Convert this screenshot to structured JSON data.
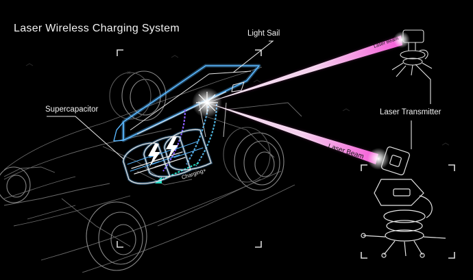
{
  "title": "Laser Wireless Charging System",
  "labels": {
    "light_sail": "Light Sail",
    "supercapacitor": "Supercapacitor",
    "laser_transmitter": "Laser Transmitter",
    "laser_beam_upper": "Laser Beam",
    "laser_beam_lower": "Laser Beam",
    "charging": "Charging+"
  },
  "colors": {
    "background": "#000000",
    "outline": "#d8d8d8",
    "wireframe": "#6c6c6c",
    "sail_blue": "#5ab8ff",
    "beam_core": "#ffffff",
    "beam_magenta": "#ff3fd7",
    "cable_purple": "#8a5cff",
    "cable_teal": "#25e6c2",
    "bolt": "#ffffff"
  },
  "icons": [
    "lightning-bolt-icon",
    "lightning-bolt-icon",
    "laser-transmitter-icon"
  ]
}
